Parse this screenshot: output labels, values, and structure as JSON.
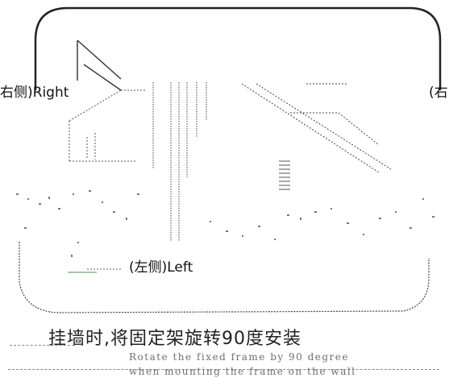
{
  "labels": {
    "right_cut": "右侧)Right",
    "right_fragment": "(右",
    "left_side": "(左侧)Left"
  },
  "caption": {
    "chinese": "挂墙时,将固定架旋转90度安装",
    "english_line1": "Rotate the fixed frame by 90 degree",
    "english_line2": "when mounting the frame on the wall"
  }
}
